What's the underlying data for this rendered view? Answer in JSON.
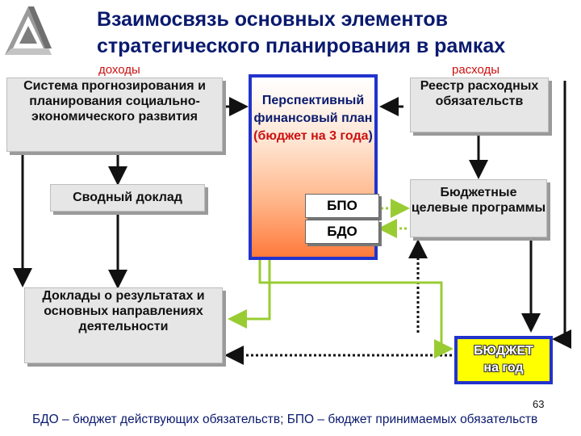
{
  "title": {
    "line1": "Взаимосвязь основных элементов",
    "line2": "стратегического планирования в рамках"
  },
  "boxes": {
    "forecast_overlap": "доходы",
    "forecast": "Система прогнозирования и планирования социально-экономического развития",
    "summary": "Сводный доклад",
    "reports": "Доклады о результатах и основных направлениях деятельности",
    "plan_part1": "Перспективный финансовый план",
    "plan_part2": "(бюджет на 3 года",
    "plan_part3": ")",
    "bpo": "БПО",
    "bdo": "БДО",
    "expenses_label": "расходы",
    "registry": "Реестр расходных обязательств",
    "programs": "Бюджетные целевые программы",
    "budget_line1": "БЮДЖЕТ",
    "budget_line2": "на год"
  },
  "footer": {
    "page": "63",
    "text": "БДО – бюджет действующих обязательств; БПО – бюджет принимаемых обязательств"
  },
  "colors": {
    "title": "#0a1a6e",
    "red_text": "#cc1111",
    "green_arrow": "#99cc33",
    "blue_border": "#2233cc",
    "budget_fill": "#ffff00"
  },
  "icons": {
    "logo": "penrose-triangle-logo"
  }
}
